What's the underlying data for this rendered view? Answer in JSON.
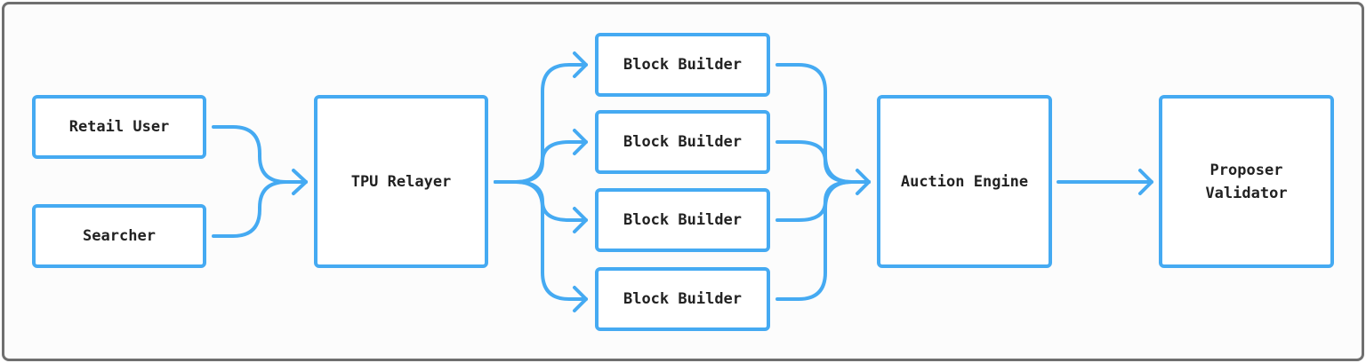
{
  "colors": {
    "accent": "#45aaf2",
    "text": "#222222",
    "border": "#6f6f6f",
    "background": "#fcfcfc"
  },
  "nodes": {
    "retail_user": "Retail User",
    "searcher": "Searcher",
    "tpu_relayer": "TPU Relayer",
    "block_builder_1": "Block Builder",
    "block_builder_2": "Block Builder",
    "block_builder_3": "Block Builder",
    "block_builder_4": "Block Builder",
    "auction_engine": "Auction Engine",
    "proposer_validator": "Proposer\nValidator"
  }
}
